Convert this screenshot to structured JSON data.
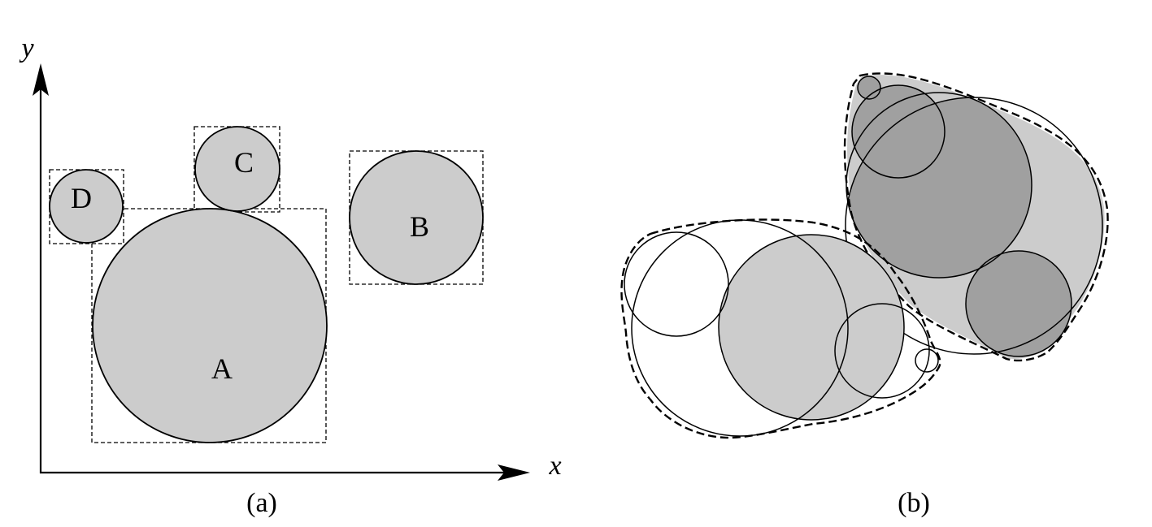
{
  "colors": {
    "circle_fill": "#cccccc",
    "overlap_fill": "#a0a0a0",
    "stroke": "#000000",
    "background": "#ffffff"
  },
  "panel_a": {
    "caption": "(a)",
    "x_axis_label": "x",
    "y_axis_label": "y",
    "circles": [
      {
        "name": "A",
        "label": "A"
      },
      {
        "name": "B",
        "label": "B"
      },
      {
        "name": "C",
        "label": "C"
      },
      {
        "name": "D",
        "label": "D"
      }
    ]
  },
  "panel_b": {
    "caption": "(b)"
  }
}
